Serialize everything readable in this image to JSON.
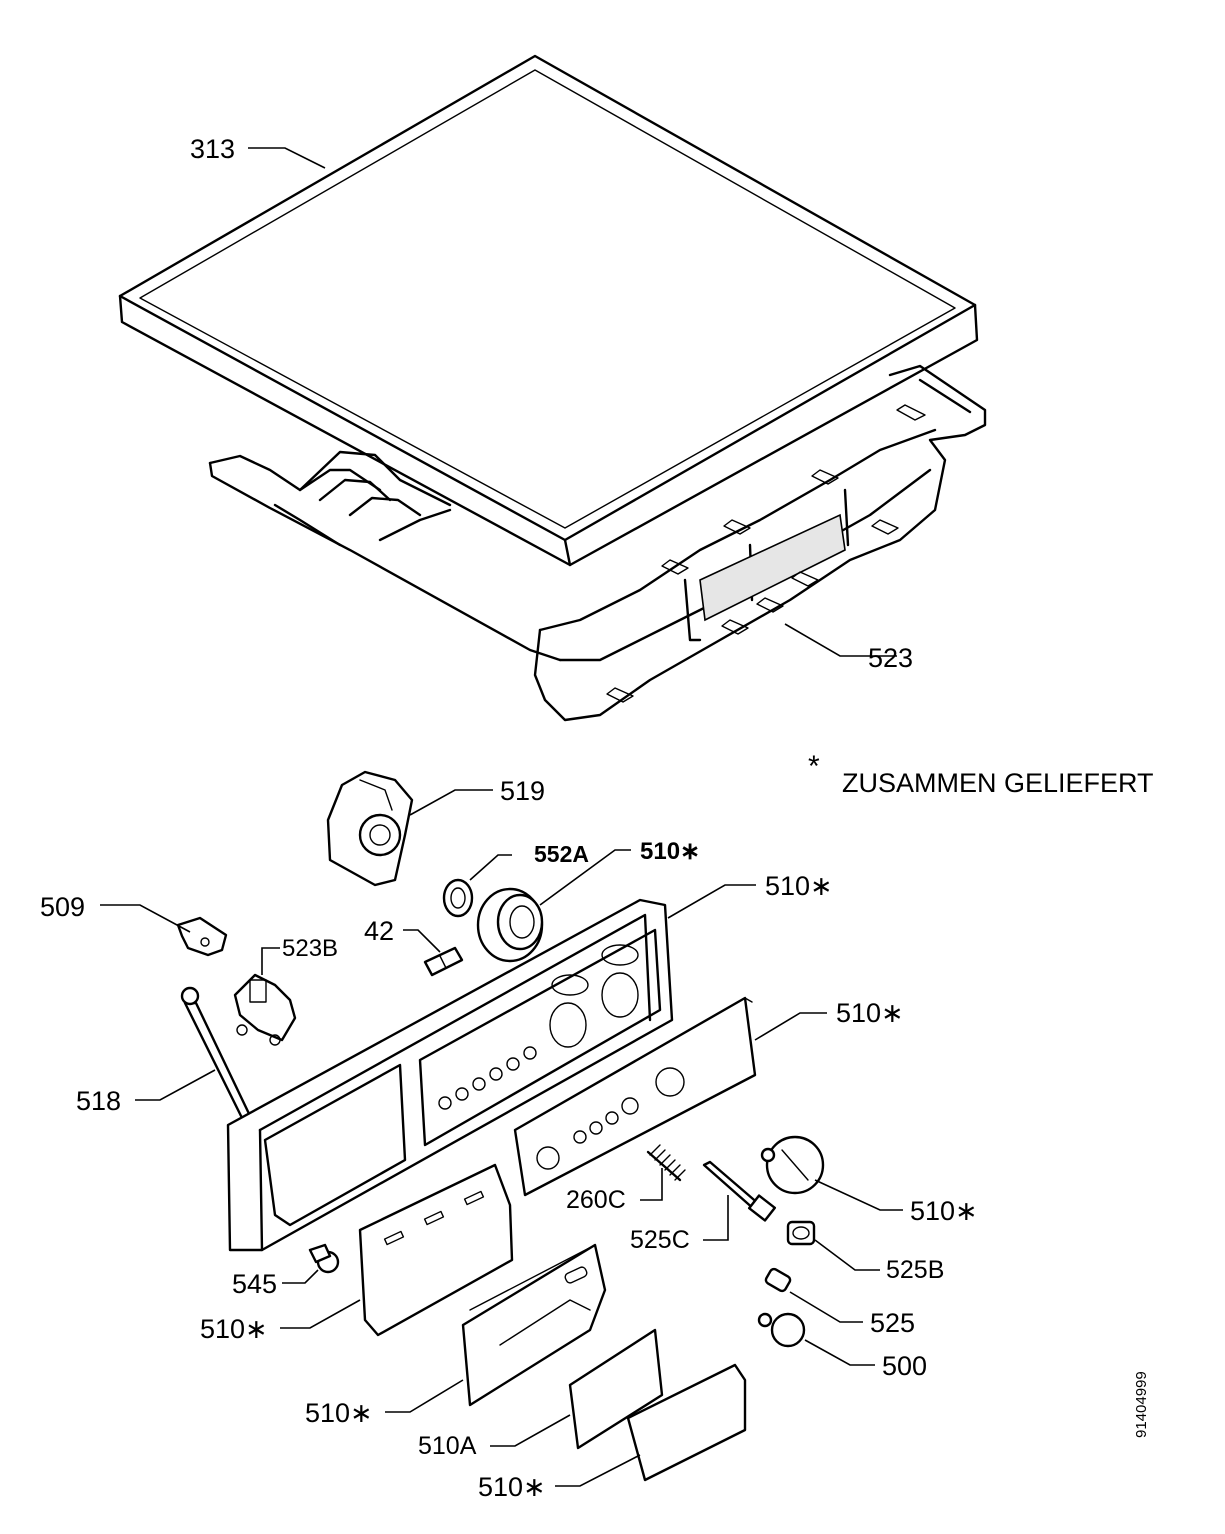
{
  "diagram": {
    "note_symbol": "*",
    "note_text": "ZUSAMMEN GELIEFERT",
    "document_number": "91404999"
  },
  "callouts": [
    {
      "id": "c313",
      "text": "313"
    },
    {
      "id": "c523",
      "text": "523"
    },
    {
      "id": "c519",
      "text": "519"
    },
    {
      "id": "c552a",
      "text": "552A"
    },
    {
      "id": "c510a1",
      "text": "510∗"
    },
    {
      "id": "c510b1",
      "text": "510∗"
    },
    {
      "id": "c509",
      "text": "509"
    },
    {
      "id": "c523b",
      "text": "523B"
    },
    {
      "id": "c42",
      "text": "42"
    },
    {
      "id": "c510c1",
      "text": "510∗"
    },
    {
      "id": "c518",
      "text": "518"
    },
    {
      "id": "c260c",
      "text": "260C"
    },
    {
      "id": "c510d1",
      "text": "510∗"
    },
    {
      "id": "c525c",
      "text": "525C"
    },
    {
      "id": "c525b",
      "text": "525B"
    },
    {
      "id": "c545",
      "text": "545"
    },
    {
      "id": "c510e1",
      "text": "510∗"
    },
    {
      "id": "c525",
      "text": "525"
    },
    {
      "id": "c500",
      "text": "500"
    },
    {
      "id": "c510f1",
      "text": "510∗"
    },
    {
      "id": "c510aa",
      "text": "510A"
    },
    {
      "id": "c510g1",
      "text": "510∗"
    }
  ]
}
